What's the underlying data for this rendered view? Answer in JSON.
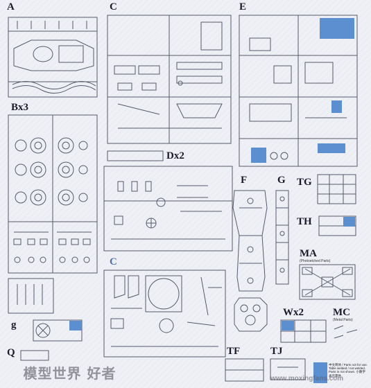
{
  "sheet": {
    "labels": {
      "A": "A",
      "C_top": "C",
      "E": "E",
      "Bx3": "Bx3",
      "Dx2": "Dx2",
      "F": "F",
      "G": "G",
      "TG": "TG",
      "TH": "TH",
      "MA": "MA",
      "MA_sub": "(Photoetched Parts)",
      "C_bottom": "C",
      "g": "g",
      "Wx2": "Wx2",
      "MC": "MC",
      "MC_sub": "(Metal Parts)",
      "Q": "Q",
      "TF": "TF",
      "TJ": "TJ"
    },
    "legend_note": "中文简体 / Parts not for use. Table welded / not welded. Parts in not shown. 小數字 表示零件"
  },
  "watermark": {
    "text": "模型世界 好者",
    "url": "www.moxingfans.com"
  },
  "colors": {
    "accent_blue": "#5b8fd0",
    "line": "#555a6a"
  }
}
